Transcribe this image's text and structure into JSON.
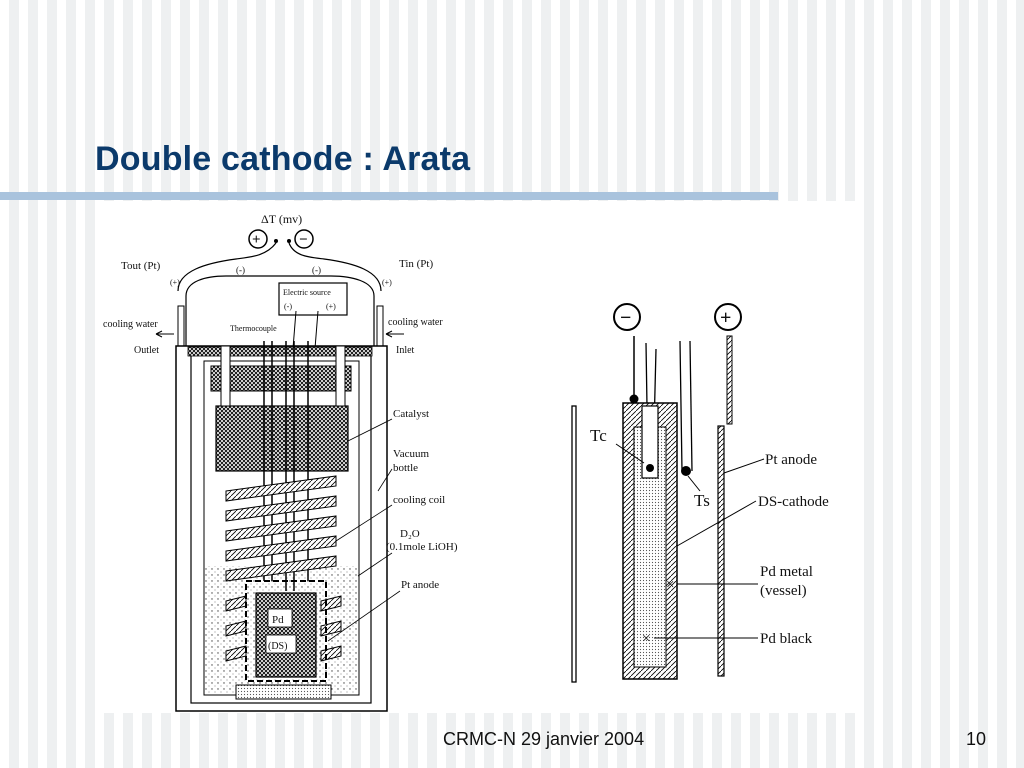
{
  "slide": {
    "title": "Double cathode : Arata",
    "footer": "CRMC-N 29 janvier 2004",
    "page_number": "10"
  },
  "figure_left": {
    "delta_t": "ΔT (mv)",
    "plus_sign": "+",
    "minus_sign": "−",
    "tout": "Tout (Pt)",
    "tin": "Tin (Pt)",
    "pol_plus_left": "(+)",
    "pol_minus_left": "(-)",
    "pol_minus_right": "(-)",
    "pol_plus_right": "(+)",
    "electric_source": "Electric source",
    "es_minus": "(-)",
    "es_plus": "(+)",
    "cooling_water_left": "cooling water",
    "cooling_water_right": "cooling water",
    "outlet": "Outlet",
    "inlet": "Inlet",
    "thermocouple": "Thermocouple",
    "catalyst": "Catalyst",
    "vacuum": "Vacuum",
    "bottle": "bottle",
    "cooling_coil": "cooling coil",
    "d2o": "D₂O",
    "lioh": "(0.1mole LiOH)",
    "pt_anode": "Pt anode",
    "pd": "Pd",
    "ds": "(DS)"
  },
  "figure_right": {
    "minus_sign": "−",
    "plus_sign": "+",
    "tc": "Tc",
    "ts": "Ts",
    "pt_anode": "Pt anode",
    "ds_cathode": "DS-cathode",
    "pd_metal": "Pd metal",
    "vessel": "(vessel)",
    "pd_black": "Pd black",
    "cross_mark": "×"
  }
}
